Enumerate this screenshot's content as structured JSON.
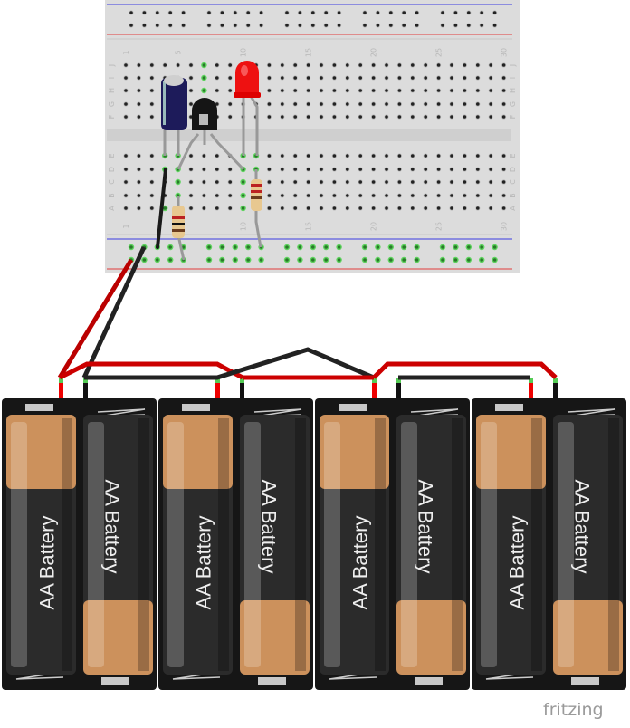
{
  "breadboard": {
    "column_numbers": [
      "1",
      "5",
      "10",
      "15",
      "20",
      "25",
      "30"
    ],
    "row_letters_top": [
      "J",
      "I",
      "H",
      "G",
      "F"
    ],
    "row_letters_bottom": [
      "E",
      "D",
      "C",
      "B",
      "A"
    ],
    "colors": {
      "board": "#dcdcdc",
      "hole": "#222222",
      "connected": "#5ed35e",
      "rail_red": "#e23b3b",
      "rail_blue": "#3b3be2"
    }
  },
  "battery_packs": [
    {
      "cells": [
        "AA Battery",
        "AA Battery"
      ]
    },
    {
      "cells": [
        "AA Battery",
        "AA Battery"
      ]
    },
    {
      "cells": [
        "AA Battery",
        "AA Battery"
      ]
    },
    {
      "cells": [
        "AA Battery",
        "AA Battery"
      ]
    }
  ],
  "wire_colors": {
    "red": "#cc1010",
    "black": "#2a2a2a"
  },
  "logo": "fritzing"
}
